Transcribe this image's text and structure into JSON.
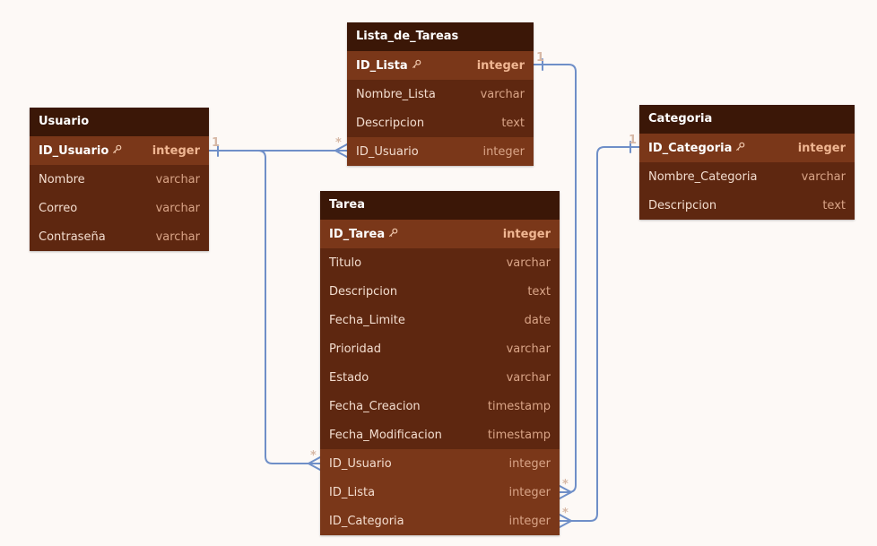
{
  "tables": {
    "usuario": {
      "title": "Usuario",
      "columns": [
        {
          "name": "ID_Usuario",
          "type": "integer",
          "kind": "pk"
        },
        {
          "name": "Nombre",
          "type": "varchar"
        },
        {
          "name": "Correo",
          "type": "varchar"
        },
        {
          "name": "Contraseña",
          "type": "varchar"
        }
      ]
    },
    "lista_de_tareas": {
      "title": "Lista_de_Tareas",
      "columns": [
        {
          "name": "ID_Lista",
          "type": "integer",
          "kind": "pk"
        },
        {
          "name": "Nombre_Lista",
          "type": "varchar"
        },
        {
          "name": "Descripcion",
          "type": "text"
        },
        {
          "name": "ID_Usuario",
          "type": "integer",
          "kind": "fk"
        }
      ]
    },
    "categoria": {
      "title": "Categoria",
      "columns": [
        {
          "name": "ID_Categoria",
          "type": "integer",
          "kind": "pk"
        },
        {
          "name": "Nombre_Categoria",
          "type": "varchar"
        },
        {
          "name": "Descripcion",
          "type": "text"
        }
      ]
    },
    "tarea": {
      "title": "Tarea",
      "columns": [
        {
          "name": "ID_Tarea",
          "type": "integer",
          "kind": "pk"
        },
        {
          "name": "Titulo",
          "type": "varchar"
        },
        {
          "name": "Descripcion",
          "type": "text"
        },
        {
          "name": "Fecha_Limite",
          "type": "date"
        },
        {
          "name": "Prioridad",
          "type": "varchar"
        },
        {
          "name": "Estado",
          "type": "varchar"
        },
        {
          "name": "Fecha_Creacion",
          "type": "timestamp"
        },
        {
          "name": "Fecha_Modificacion",
          "type": "timestamp"
        },
        {
          "name": "ID_Usuario",
          "type": "integer",
          "kind": "fk"
        },
        {
          "name": "ID_Lista",
          "type": "integer",
          "kind": "fk"
        },
        {
          "name": "ID_Categoria",
          "type": "integer",
          "kind": "fk"
        }
      ]
    }
  },
  "relations": [
    {
      "name": "usuario-to-lista",
      "from_table": "usuario",
      "from_column": "ID_Usuario",
      "from_card": "1",
      "to_table": "lista_de_tareas",
      "to_column": "ID_Usuario",
      "to_card": "*"
    },
    {
      "name": "usuario-to-tarea",
      "from_table": "usuario",
      "from_column": "ID_Usuario",
      "from_card": "1",
      "to_table": "tarea",
      "to_column": "ID_Usuario",
      "to_card": "*"
    },
    {
      "name": "lista-to-tarea",
      "from_table": "lista_de_tareas",
      "from_column": "ID_Lista",
      "from_card": "1",
      "to_table": "tarea",
      "to_column": "ID_Lista",
      "to_card": "*"
    },
    {
      "name": "categoria-to-tarea",
      "from_table": "categoria",
      "from_column": "ID_Categoria",
      "from_card": "1",
      "to_table": "tarea",
      "to_column": "ID_Categoria",
      "to_card": "*"
    }
  ],
  "colors": {
    "background": "#fdf9f6",
    "table_header": "#3b1707",
    "table_body": "#5e2710",
    "key_row": "#7a3719",
    "link_line": "#6f8fc8",
    "cardinality": "#d7b8a5"
  },
  "icons": {
    "primary_key": "key-icon"
  }
}
